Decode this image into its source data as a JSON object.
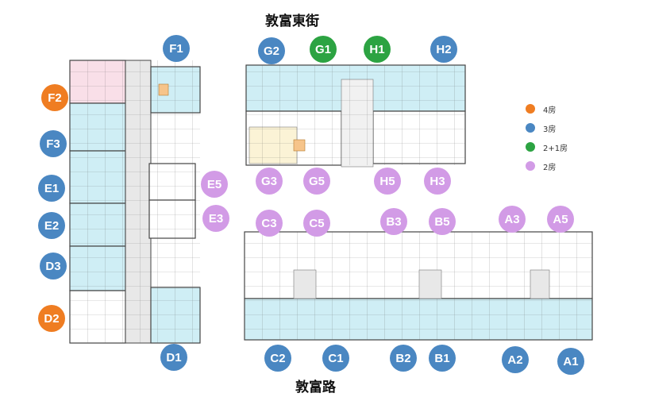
{
  "streets": {
    "north": "敦富東街",
    "south": "敦富路"
  },
  "colors": {
    "4房": "#ef7d22",
    "3房": "#4a87c2",
    "2+1房": "#2ca342",
    "2房": "#d29be6"
  },
  "legend": [
    {
      "label": "4房",
      "color": "orange"
    },
    {
      "label": "3房",
      "color": "blue"
    },
    {
      "label": "2+1房",
      "color": "green"
    },
    {
      "label": "2房",
      "color": "purple"
    }
  ],
  "units": {
    "F1": "F1",
    "F2": "F2",
    "F3": "F3",
    "E1": "E1",
    "E2": "E2",
    "E3": "E3",
    "E5": "E5",
    "D1": "D1",
    "D2": "D2",
    "D3": "D3",
    "G1": "G1",
    "G2": "G2",
    "G3": "G3",
    "G5": "G5",
    "H1": "H1",
    "H2": "H2",
    "H3": "H3",
    "H5": "H5",
    "C1": "C1",
    "C2": "C2",
    "C3": "C3",
    "C5": "C5",
    "B1": "B1",
    "B2": "B2",
    "B3": "B3",
    "B5": "B5",
    "A1": "A1",
    "A2": "A2",
    "A3": "A3",
    "A5": "A5"
  }
}
